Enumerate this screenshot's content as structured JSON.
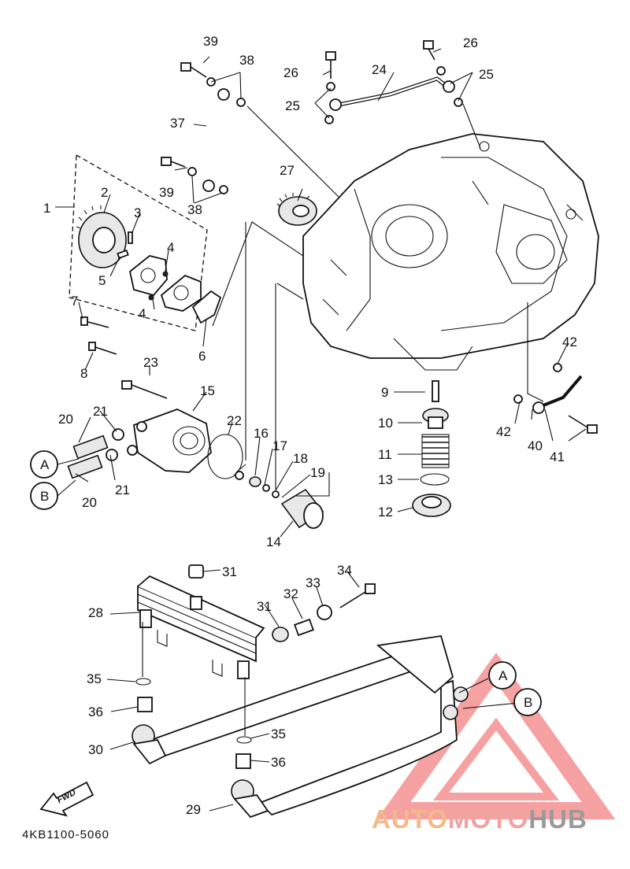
{
  "diagram": {
    "part_code": "4KB1100-5060",
    "direction_label": "FWD",
    "connectors": [
      "A",
      "B"
    ],
    "watermark": {
      "part1": "AUTO",
      "part2": "MOTO",
      "part3": "HUB"
    },
    "callouts": {
      "n1": "1",
      "n2": "2",
      "n3": "3",
      "n4a": "4",
      "n4b": "4",
      "n5": "5",
      "n6": "6",
      "n7": "7",
      "n8": "8",
      "n9": "9",
      "n10": "10",
      "n11": "11",
      "n12": "12",
      "n13": "13",
      "n14": "14",
      "n15": "15",
      "n16": "16",
      "n17": "17",
      "n18": "18",
      "n19": "19",
      "n20a": "20",
      "n20b": "20",
      "n21a": "21",
      "n21b": "21",
      "n22": "22",
      "n23": "23",
      "n24": "24",
      "n25a": "25",
      "n25b": "25",
      "n26a": "26",
      "n26b": "26",
      "n27": "27",
      "n28": "28",
      "n29": "29",
      "n30": "30",
      "n31a": "31",
      "n31b": "31",
      "n32": "32",
      "n33": "33",
      "n34": "34",
      "n35a": "35",
      "n35b": "35",
      "n36a": "36",
      "n36b": "36",
      "n37": "37",
      "n38a": "38",
      "n38b": "38",
      "n39a": "39",
      "n39b": "39",
      "n40": "40",
      "n41": "41",
      "n42a": "42",
      "n42b": "42"
    },
    "colors": {
      "line": "#111111",
      "watermark_orange": "#f2b98a",
      "watermark_red": "#f0a3a3",
      "watermark_grey": "#9a9a9a"
    }
  }
}
